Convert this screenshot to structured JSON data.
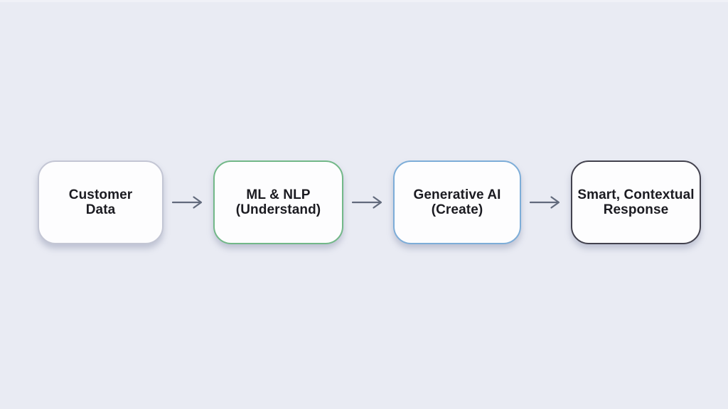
{
  "background": {
    "color": "#e9ebf3",
    "top_strip_color": "#f5f6f9"
  },
  "flow": {
    "text_color": "#1b1b21",
    "node_background": "#fdfdfe",
    "nodes": [
      {
        "id": "customer-data",
        "lines": [
          "Customer",
          "Data"
        ],
        "label": "Customer Data",
        "border_color": "#c3c6d4"
      },
      {
        "id": "ml-nlp",
        "lines": [
          "ML & NLP",
          "(Understand)"
        ],
        "label": "ML & NLP (Understand)",
        "border_color": "#72b888"
      },
      {
        "id": "generative-ai",
        "lines": [
          "Generative AI",
          "(Create)"
        ],
        "label": "Generative AI (Create)",
        "border_color": "#7dadd8"
      },
      {
        "id": "smart-response",
        "lines": [
          "Smart, Contextual",
          "Response"
        ],
        "label": "Smart, Contextual Response",
        "border_color": "#43424e"
      }
    ],
    "arrows": [
      {
        "direction": "right",
        "color": "#626a7c"
      },
      {
        "direction": "right",
        "color": "#626a7c"
      },
      {
        "direction": "right",
        "color": "#626a7c"
      }
    ]
  }
}
